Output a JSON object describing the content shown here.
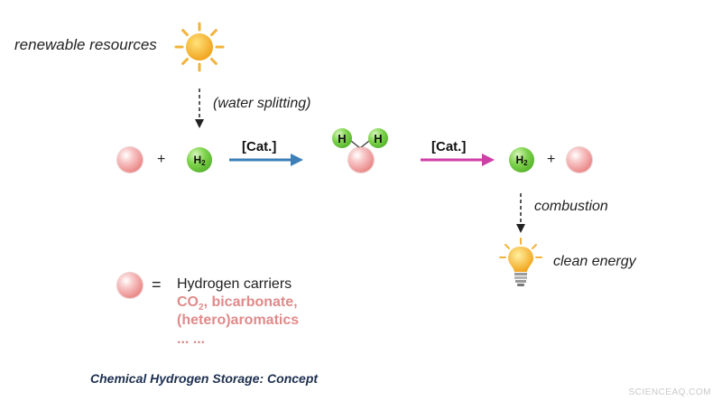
{
  "labels": {
    "renewable": "renewable resources",
    "water_splitting": "(water splitting)",
    "combustion": "combustion",
    "clean_energy": "clean energy",
    "cat1": "[Cat.]",
    "cat2": "[Cat.]",
    "plus": "+"
  },
  "molecules": {
    "h2_main": "H",
    "h2_sub": "2",
    "h_atom": "H"
  },
  "legend": {
    "equals": "=",
    "title": "Hydrogen carriers",
    "co2_main": "CO",
    "co2_sub": "2",
    "co2_rest": ", bicarbonate,",
    "line2": "(hetero)aromatics",
    "line3": "... ..."
  },
  "caption": "Chemical Hydrogen Storage: Concept",
  "watermark": "SCIENCEAQ.COM",
  "icons": {
    "sun": "sun-icon",
    "bulb": "light-bulb-icon"
  },
  "colors": {
    "carrier": "#ec8e8e",
    "hydrogen": "#7ed34b",
    "arrow_blue": "#3d7fb7",
    "arrow_magenta": "#d03ea8",
    "example_text": "#e08a8a",
    "caption": "#1c2f4f"
  }
}
